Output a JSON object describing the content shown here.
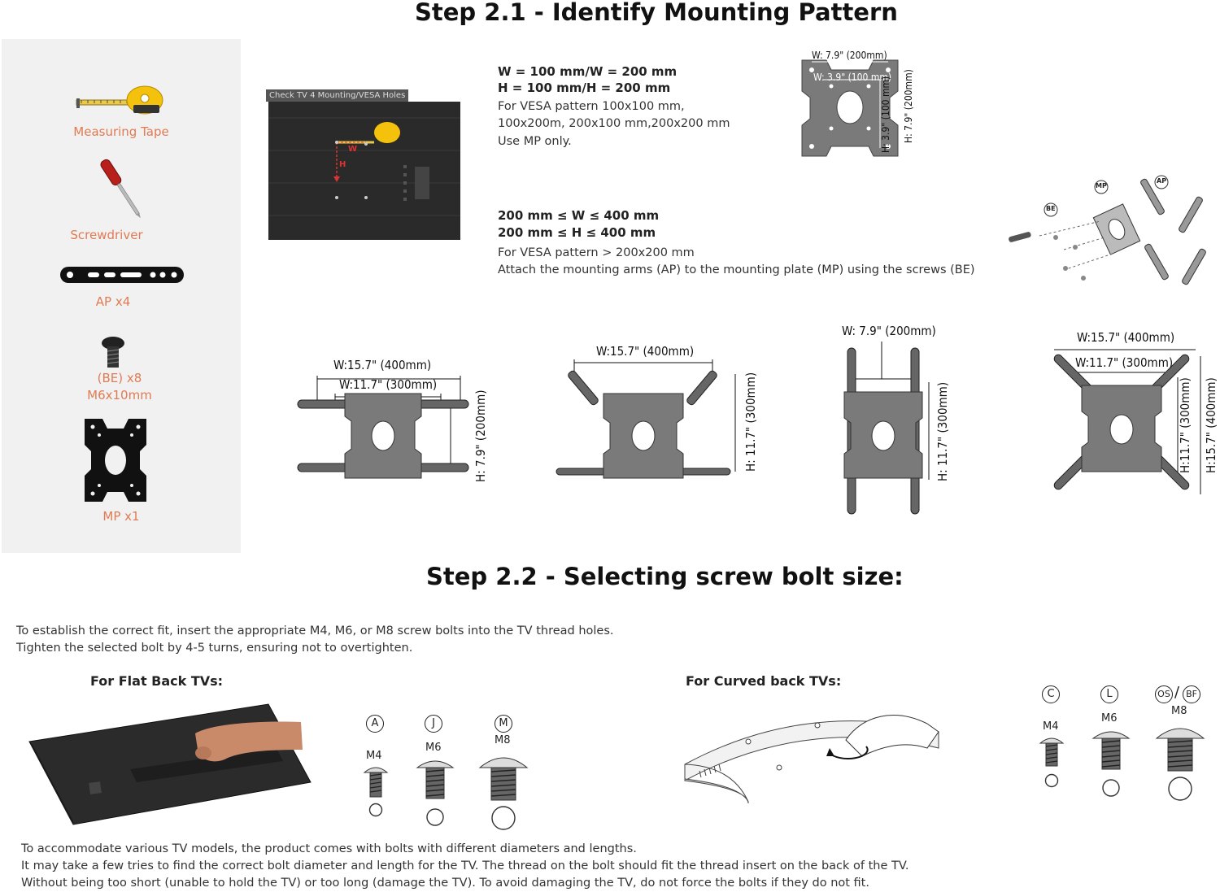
{
  "step1": {
    "title": "Step 2.1 - Identify Mounting Pattern",
    "tools": [
      {
        "label": "Measuring Tape",
        "icon": "measuring-tape-icon"
      },
      {
        "label": "Screwdriver",
        "icon": "screwdriver-icon"
      },
      {
        "label": "AP x4",
        "icon": "mounting-arm-icon"
      },
      {
        "label": "(BE) x8",
        "sub": "M6x10mm",
        "icon": "bolt-icon"
      },
      {
        "label": "MP x1",
        "icon": "mounting-plate-icon"
      }
    ],
    "tv_caption": "Check TV 4 Mounting/VESA Holes",
    "tv_w": "W",
    "tv_h": "H",
    "small": {
      "bold1": "W = 100 mm/W = 200 mm",
      "bold2": "H = 100 mm/H = 200 mm",
      "line1": "For VESA pattern  100x100 mm,",
      "line2": "100x200m, 200x100 mm,200x200 mm",
      "line3": "Use MP only.",
      "dim_w_outer": "W: 7.9\" (200mm)",
      "dim_w_inner": "W: 3.9\" (100 mm)",
      "dim_h_inner": "H: 3.9\" (100 mm)",
      "dim_h_outer": "H: 7.9\" (200mm)"
    },
    "large": {
      "bold1": "200 mm ≤ W ≤ 400 mm",
      "bold2": "200 mm ≤ H ≤ 400 mm",
      "line1": "For VESA pattern > 200x200 mm",
      "line2": "Attach the mounting arms (AP) to the mounting plate (MP) using the screws (BE)",
      "tag_mp": "MP",
      "tag_ap": "AP",
      "tag_be": "BE"
    },
    "configs": [
      {
        "w1": "W:15.7\" (400mm)",
        "w2": "W:11.7\" (300mm)",
        "h": "H: 7.9\" (200mm)"
      },
      {
        "w1": "W:15.7\" (400mm)",
        "h": "H: 11.7\" (300mm)"
      },
      {
        "w1": "W: 7.9\" (200mm)",
        "h": "H: 11.7\" (300mm)"
      },
      {
        "w1": "W:15.7\" (400mm)",
        "w2": "W:11.7\" (300mm)",
        "h1": "H:11.7\" (300mm)",
        "h2": "H:15.7\" (400mm)"
      }
    ]
  },
  "step2": {
    "title": "Step 2.2 - Selecting screw bolt size:",
    "intro1": "To establish the correct fit, insert the appropriate M4, M6, or M8 screw bolts into the TV thread holes.",
    "intro2": "Tighten the selected bolt by 4-5 turns, ensuring not to overtighten.",
    "flat_title": "For Flat Back TVs:",
    "curved_title": "For Curved back TVs:",
    "flat_bolts": [
      {
        "letter": "A",
        "size": "M4"
      },
      {
        "letter": "J",
        "size": "M6"
      },
      {
        "letter": "M",
        "size": "M8"
      }
    ],
    "curved_bolts": [
      {
        "letter": "C",
        "size": "M4"
      },
      {
        "letter": "L",
        "size": "M6"
      },
      {
        "letter": "OS",
        "letter2": "BF",
        "size": "M8"
      }
    ],
    "footer1": "To accommodate various TV models, the product comes with bolts with different diameters and lengths.",
    "footer2": "It may take a few tries to find the correct bolt diameter and length for the TV. The thread on the bolt should fit the thread insert on the back of the TV.",
    "footer3": "Without being too short (unable to hold the TV) or too long (damage the TV). To avoid damaging the TV, do not force the bolts if they do not fit."
  },
  "colors": {
    "accent": "#e07b54",
    "plate": "#7a7a7a",
    "sidebar": "#f1f1f1"
  }
}
